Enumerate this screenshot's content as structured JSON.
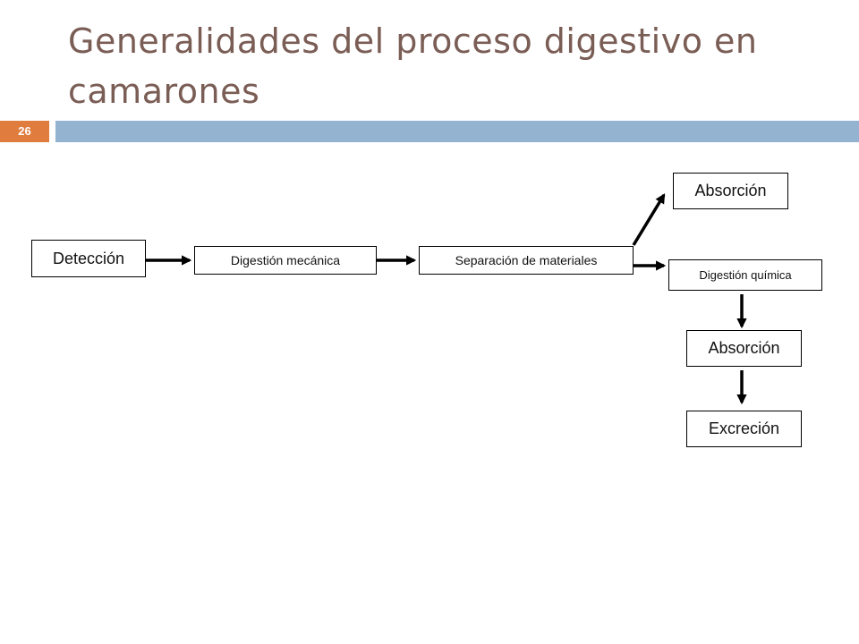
{
  "slide": {
    "title": "Generalidades del proceso digestivo en camarones",
    "number": "26"
  },
  "diagram": {
    "nodes": {
      "deteccion": "Detección",
      "digestion_mecanica": "Digestión mecánica",
      "separacion": "Separación de materiales",
      "absorcion_top": "Absorción",
      "digestion_quimica": "Digestión química",
      "absorcion_bottom": "Absorción",
      "excrecion": "Excreción"
    },
    "edges": [
      {
        "from": "Detección",
        "to": "Digestión mecánica"
      },
      {
        "from": "Digestión mecánica",
        "to": "Separación de materiales"
      },
      {
        "from": "Separación de materiales",
        "to": "Absorción"
      },
      {
        "from": "Separación de materiales",
        "to": "Digestión química"
      },
      {
        "from": "Digestión química",
        "to": "Absorción"
      },
      {
        "from": "Absorción",
        "to": "Excreción"
      }
    ]
  }
}
